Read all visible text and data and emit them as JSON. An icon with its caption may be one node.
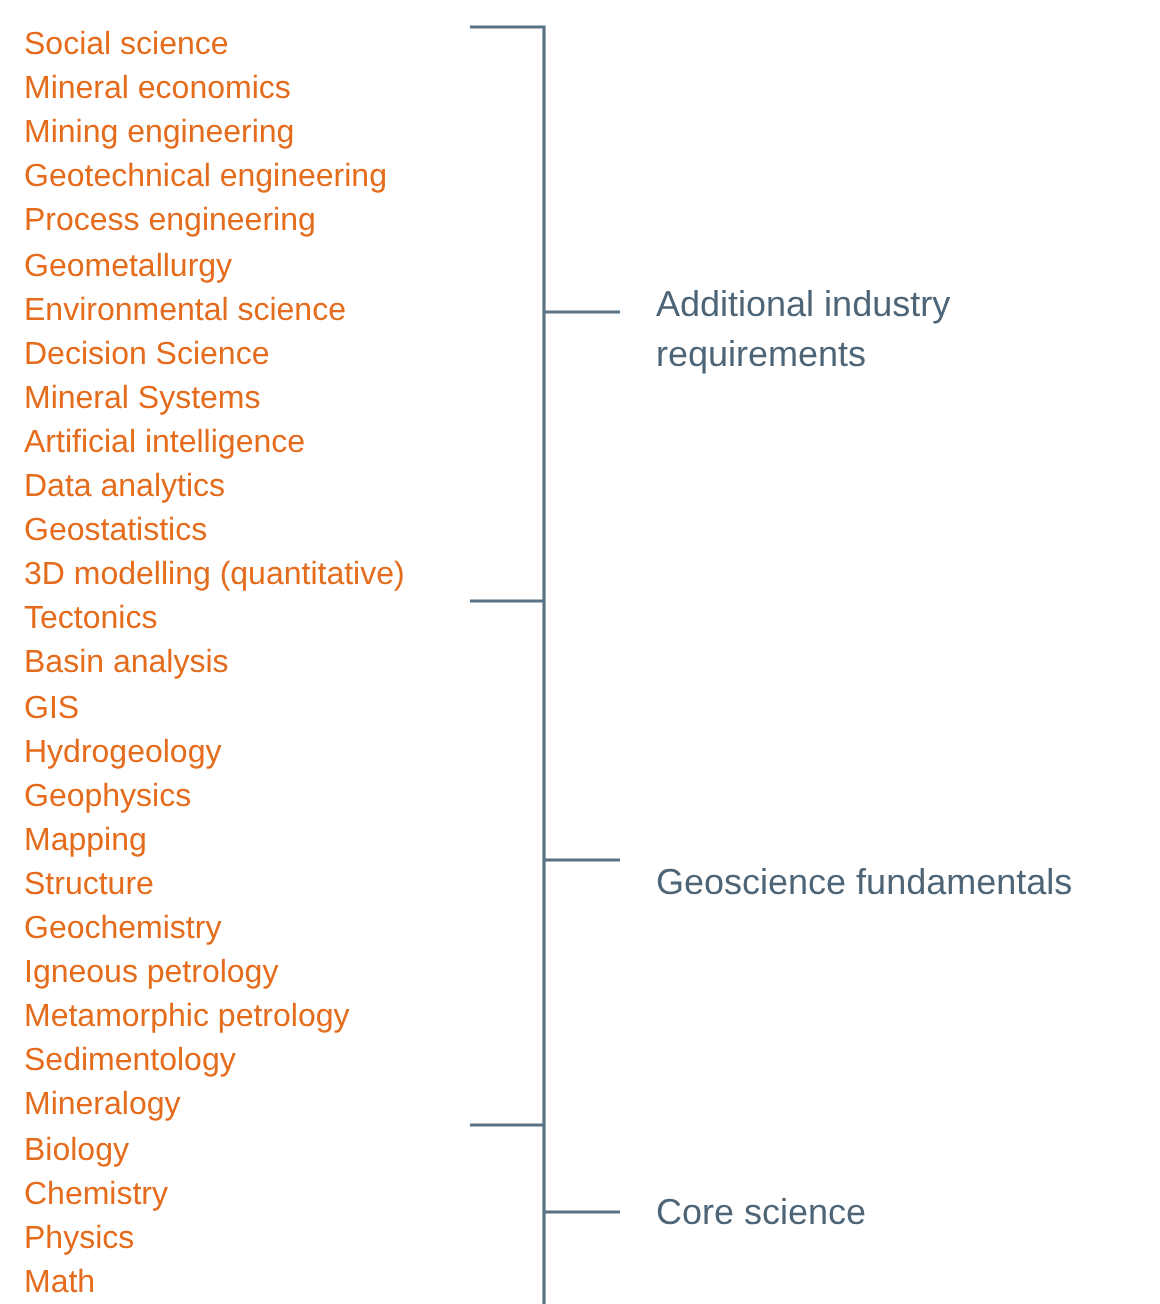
{
  "diagram": {
    "labels": [
      "Social science",
      "Mineral economics",
      "Mining engineering",
      "Geotechnical engineering",
      "Process engineering",
      "Geometallurgy",
      "Environmental science",
      "Decision Science",
      "Mineral Systems",
      "Artificial intelligence",
      "Data analytics",
      "Geostatistics",
      "3D modelling (quantitative)",
      "Tectonics",
      "Basin analysis",
      "GIS",
      "Hydrogeology",
      "Geophysics",
      "Mapping",
      "Structure",
      "Geochemistry",
      "Igneous petrology",
      "Metamorphic petrology",
      "Sedimentology",
      "Mineralogy",
      "Biology",
      "Chemistry",
      "Physics",
      "Math",
      "Additional industry requirements",
      "Geoscience fundamentals",
      "Core science"
    ]
  }
}
